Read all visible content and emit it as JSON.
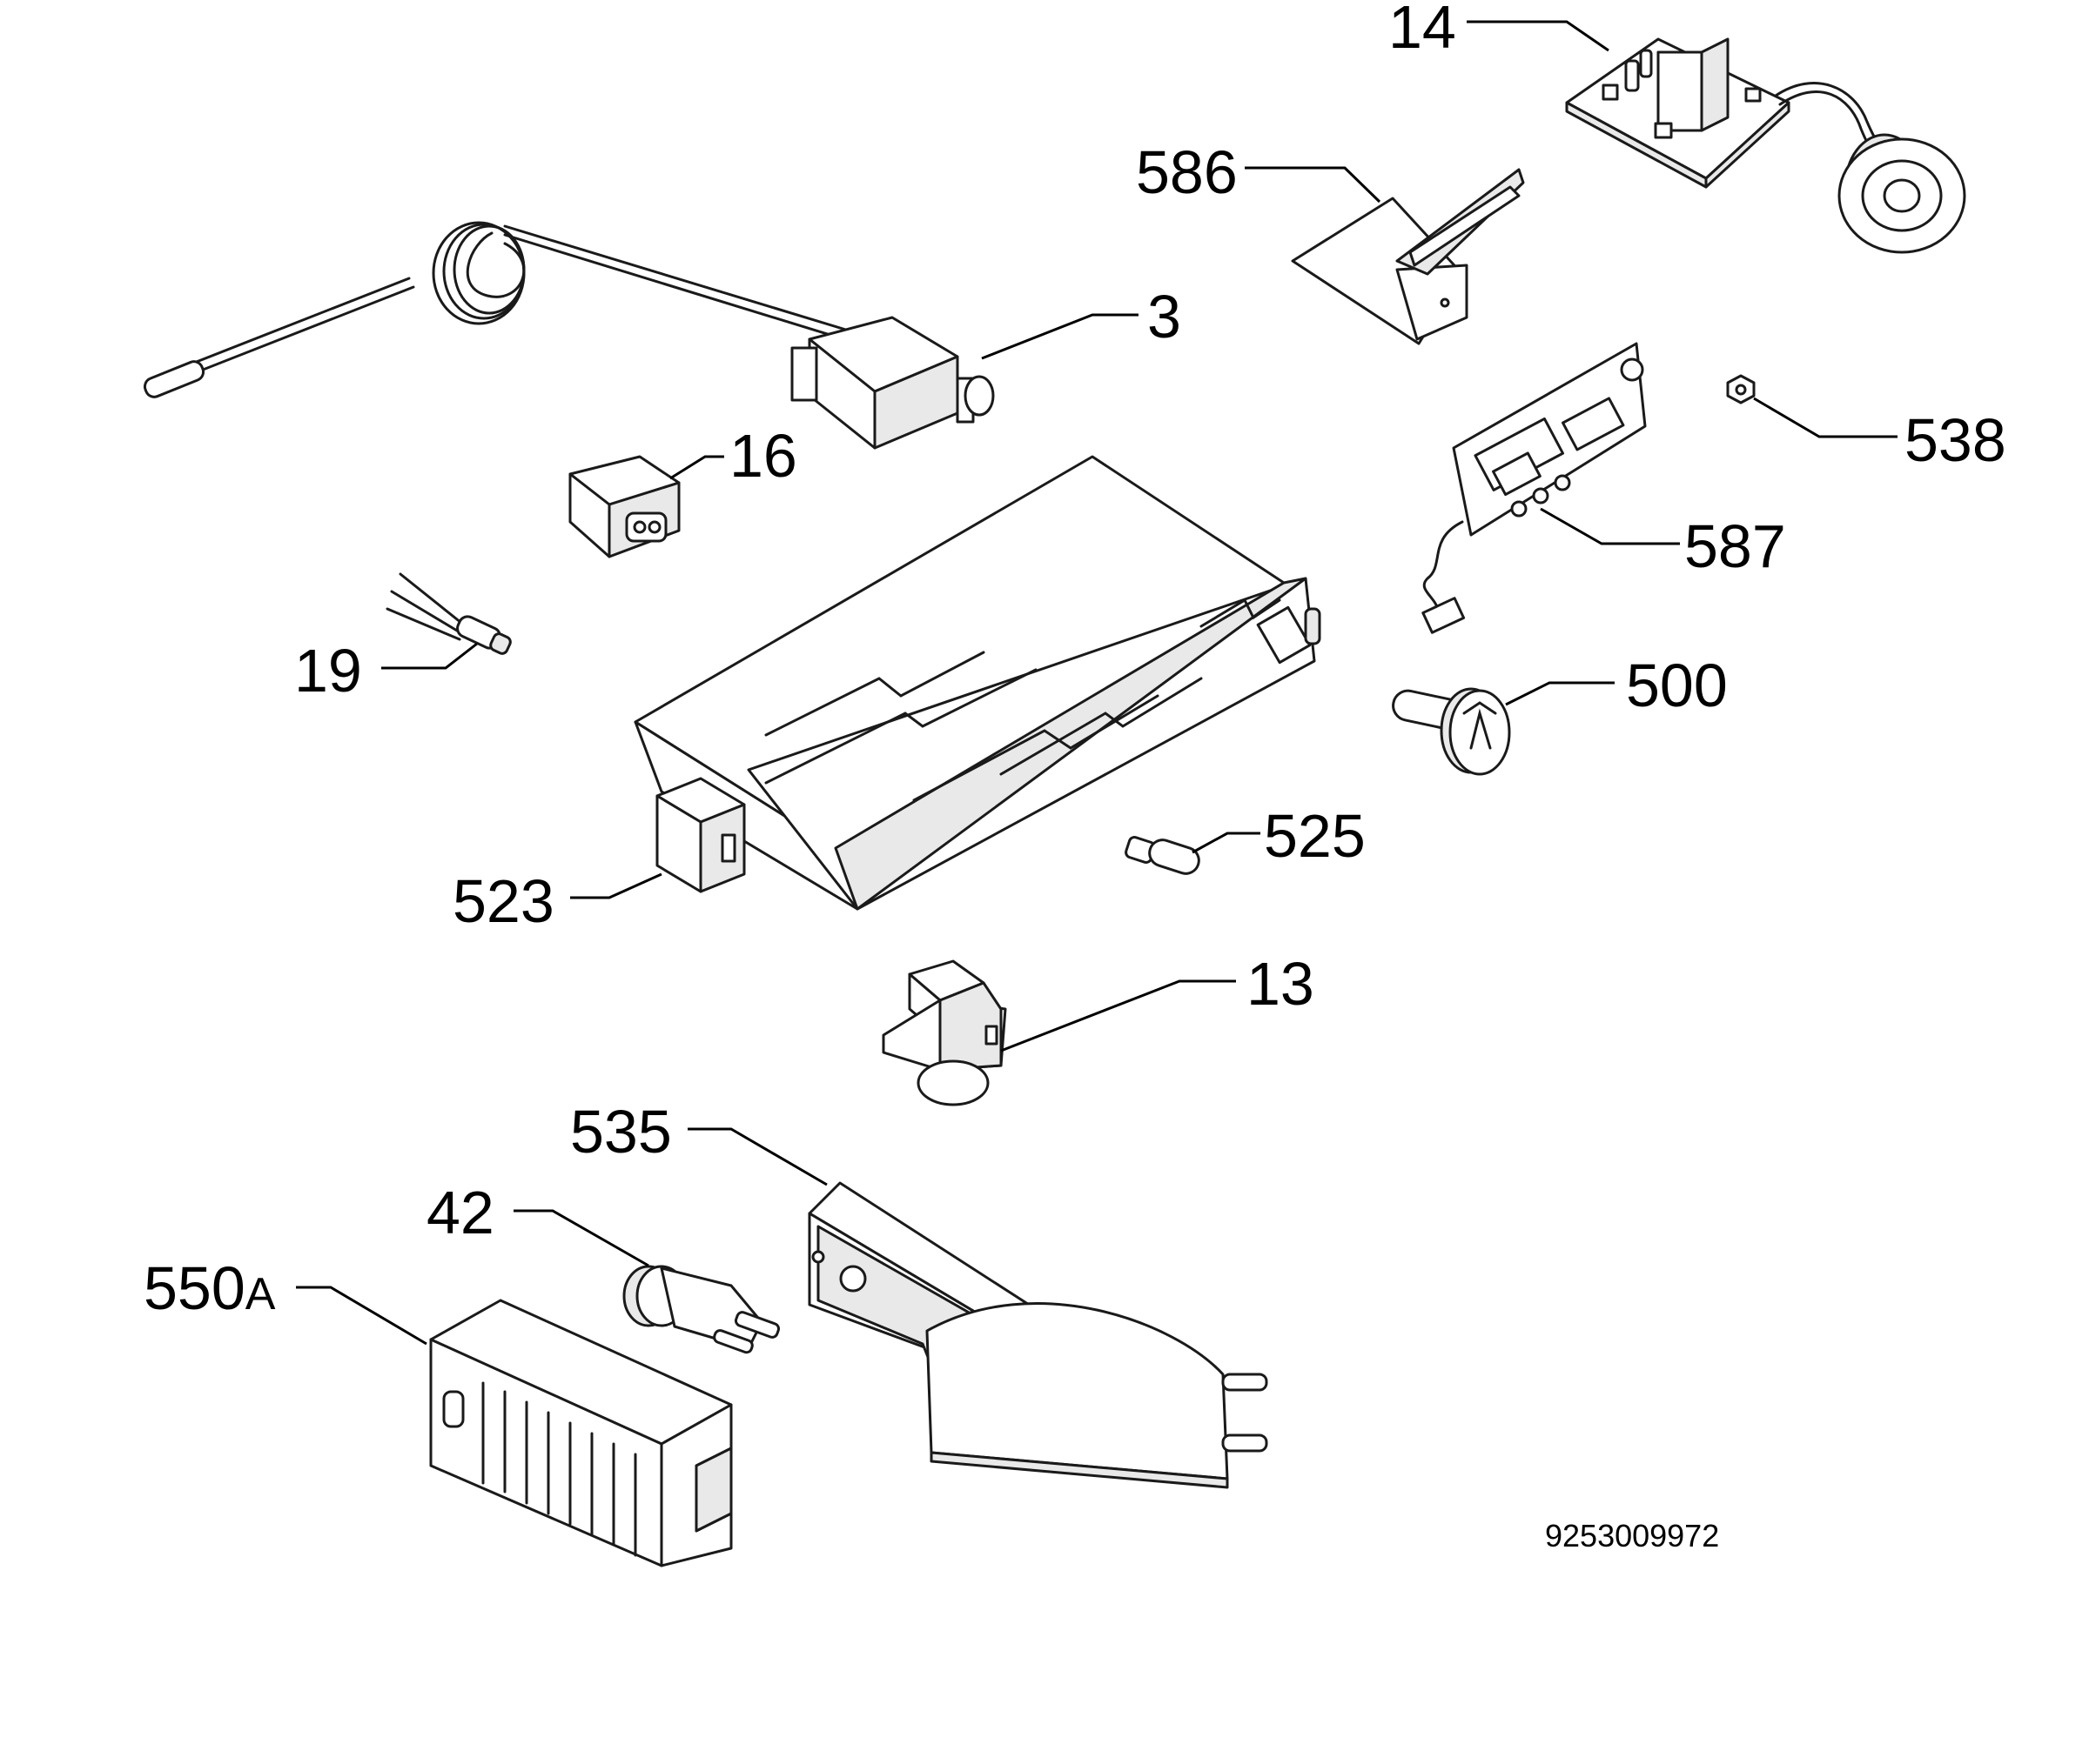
{
  "callouts": [
    {
      "id": "14",
      "text": "14"
    },
    {
      "id": "586",
      "text": "586"
    },
    {
      "id": "3",
      "text": "3"
    },
    {
      "id": "16",
      "text": "16"
    },
    {
      "id": "538",
      "text": "538"
    },
    {
      "id": "587",
      "text": "587"
    },
    {
      "id": "19",
      "text": "19"
    },
    {
      "id": "500",
      "text": "500"
    },
    {
      "id": "525",
      "text": "525"
    },
    {
      "id": "523",
      "text": "523"
    },
    {
      "id": "13",
      "text": "13"
    },
    {
      "id": "535",
      "text": "535"
    },
    {
      "id": "42",
      "text": "42"
    },
    {
      "id": "550A",
      "text": "550",
      "suffix": "A"
    }
  ],
  "document_number": "9253009972"
}
